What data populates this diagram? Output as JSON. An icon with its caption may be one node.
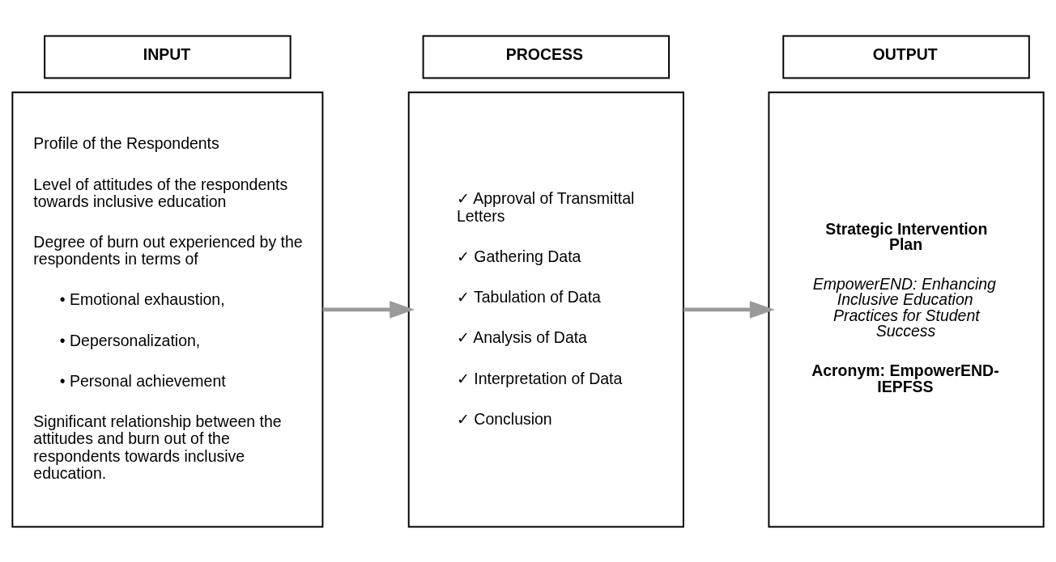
{
  "diagram": {
    "nodes": [
      {
        "text": [
          "INPUT"
        ]
      },
      {
        "text": [
          "PROCESS"
        ]
      },
      {
        "text": [
          "OUTPUT"
        ]
      },
      {
        "text": [
          "Profile of the Respondents",
          "Level of attitudes of the respondents towards inclusive education",
          "Degree of burn out experienced by the respondents in terms of",
          "• Emotional exhaustion,",
          "• Depersonalization,",
          "• Personal achievement",
          "Significant relationship between the attitudes and burn out of the respondents towards inclusive education."
        ]
      },
      {
        "text": [
          "✓ Approval of Transmittal Letters",
          "✓ Gathering Data",
          "✓ Tabulation of Data",
          "✓ Analysis of Data",
          "✓ Interpretation of Data",
          "✓ Conclusion"
        ]
      },
      {
        "text": [
          "Strategic Intervention Plan",
          "EmpowerEND: Enhancing Inclusive Education Practices for Student Success",
          "Acronym: EmpowerEND-IEPFSS"
        ]
      }
    ],
    "edges": [
      {
        "from": 3,
        "to": 4,
        "arrow": "to"
      },
      {
        "from": 4,
        "to": 5,
        "arrow": "to"
      }
    ]
  }
}
